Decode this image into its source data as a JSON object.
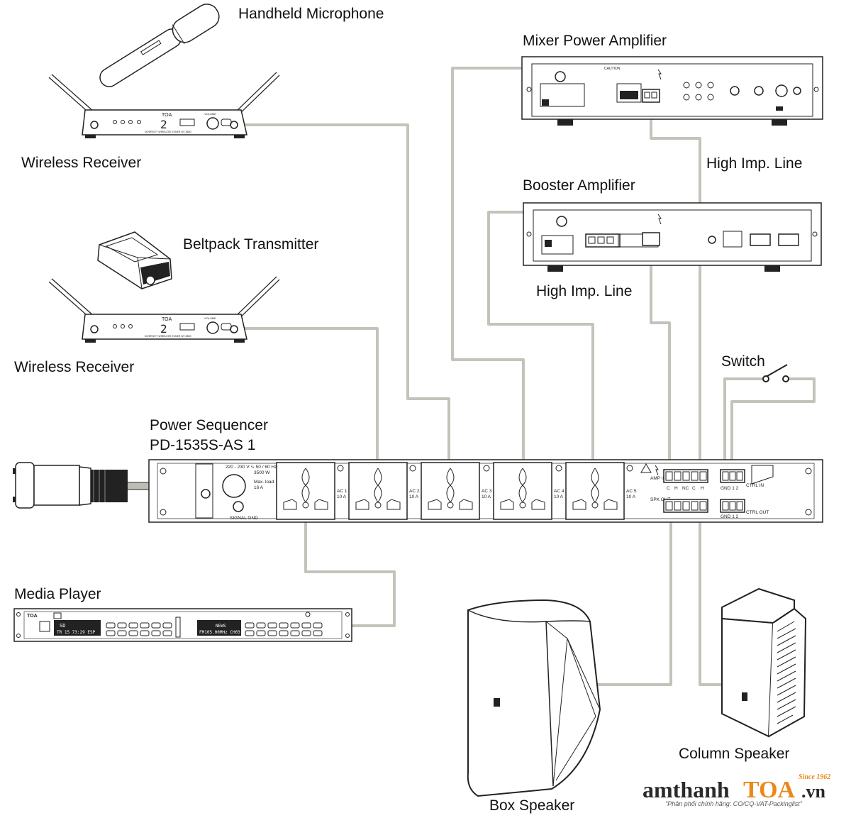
{
  "labels": {
    "handheld_mic": "Handheld Microphone",
    "wireless_receiver_1": "Wireless Receiver",
    "beltpack": "Beltpack Transmitter",
    "wireless_receiver_2": "Wireless Receiver",
    "mixer_amp": "Mixer Power Amplifier",
    "booster_amp": "Booster Amplifier",
    "high_imp_1": "High Imp. Line",
    "high_imp_2": "High Imp. Line",
    "switch": "Switch",
    "sequencer_line1": "Power Sequencer",
    "sequencer_line2": "PD-1535S-AS 1",
    "media_player": "Media Player",
    "box_speaker": "Box Speaker",
    "column_speaker": "Column Speaker"
  },
  "sequencer_panel": {
    "power_spec_1": "220 - 230 V ∿ 50 / 60 Hz",
    "power_spec_2": "3500 W",
    "max_load": "Max. load",
    "max_load_val": "16 A",
    "signal_gnd": "SIGNAL GND",
    "outlets": [
      "AC 1",
      "AC 2",
      "AC 3",
      "AC 4",
      "AC 5"
    ],
    "outlet_rating": "10 A",
    "amp_in": "AMP IN",
    "spk_out": "SPK OUT",
    "terminals": [
      "C",
      "H",
      "NC",
      "C",
      "H"
    ],
    "ctrl_in": "CTRL IN",
    "ctrl_out": "CTRL OUT",
    "gnd_pins": "GND  1    2"
  },
  "receiver_panel": {
    "brand": "TOA",
    "volume": "VOLUME",
    "display": "2",
    "model_text": "DIVERSITY WIRELESS TUNER WT-5800"
  },
  "media_player_panel": {
    "brand": "TOA",
    "display_1": "SD",
    "display_2": "TR 15   73:29 ESP",
    "tuner_1": "NEWS",
    "tuner_2": "FM105.00MHz CH03"
  },
  "logo": {
    "text_1": "amthanh",
    "text_2": "TOA",
    "text_3": ".vn",
    "since": "Since 1962",
    "tagline": "\"Phân phối chính hãng: CO/CQ-VAT-Packinglist\""
  },
  "colors": {
    "wire": "#c3c3bb",
    "logo_orange": "#e8891a",
    "logo_dark": "#2a2a2a"
  }
}
